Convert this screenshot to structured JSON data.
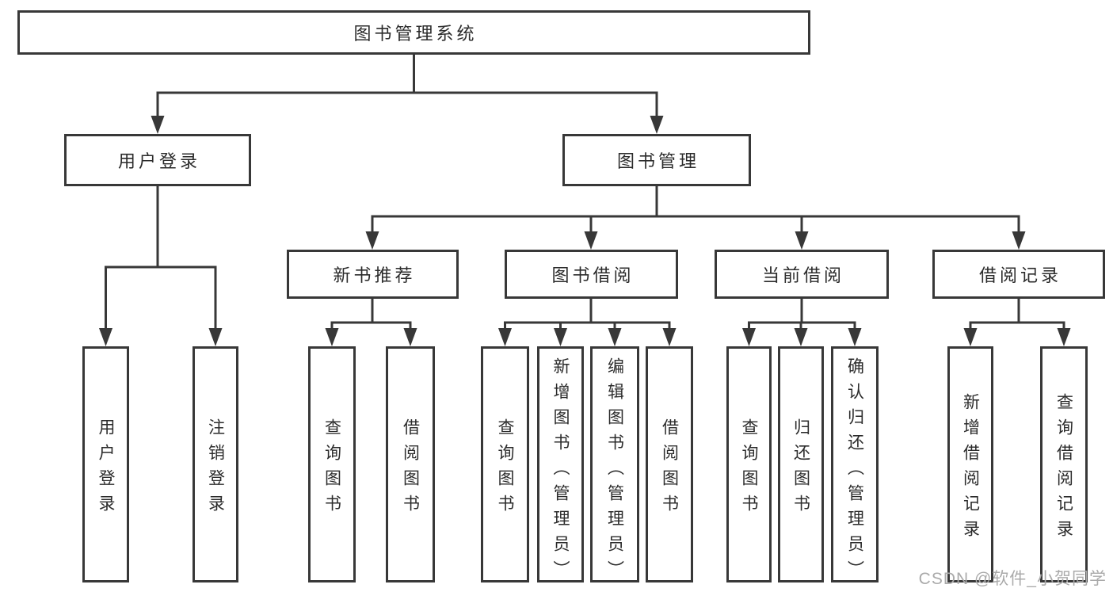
{
  "diagram": {
    "type": "hierarchy-tree",
    "orientation": "top-down"
  },
  "tree": {
    "root": {
      "label": "图书管理系统",
      "children": [
        {
          "label": "用户登录",
          "children": [
            {
              "label": "用户登录"
            },
            {
              "label": "注销登录"
            }
          ]
        },
        {
          "label": "图书管理",
          "children": [
            {
              "label": "新书推荐",
              "children": [
                {
                  "label": "查询图书"
                },
                {
                  "label": "借阅图书"
                }
              ]
            },
            {
              "label": "图书借阅",
              "children": [
                {
                  "label": "查询图书"
                },
                {
                  "label": "新增图书（管理员）"
                },
                {
                  "label": "编辑图书（管理员）"
                },
                {
                  "label": "借阅图书"
                }
              ]
            },
            {
              "label": "当前借阅",
              "children": [
                {
                  "label": "查询图书"
                },
                {
                  "label": "归还图书"
                },
                {
                  "label": "确认归还（管理员）"
                }
              ]
            },
            {
              "label": "借阅记录",
              "children": [
                {
                  "label": "新增借阅记录"
                },
                {
                  "label": "查询借阅记录"
                }
              ]
            }
          ]
        }
      ]
    }
  },
  "watermark": {
    "text": "CSDN @软件_小贺同学",
    "color": "#aaaaaa"
  },
  "colors": {
    "line": "#383838",
    "text": "#2b2b2b",
    "background": "#ffffff",
    "watermark": "#aaaaaa"
  }
}
